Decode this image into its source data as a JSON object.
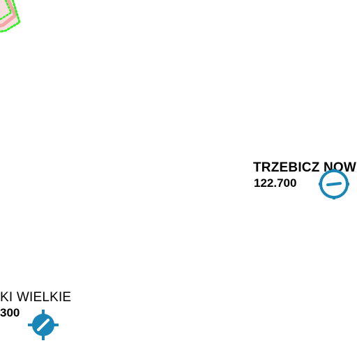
{
  "map": {
    "colors": {
      "background": "#ffffff",
      "navaid": "#1a86b8",
      "airspace_fill": "#f3a6a6",
      "airspace_dots": "#33ee22",
      "text": "#000000"
    },
    "navaids": [
      {
        "name": "TRZEBICZ NOW",
        "frequency": "122.700",
        "icon": "navaid-compass-icon"
      },
      {
        "name": "KI WIELKIE",
        "frequency": "300",
        "icon": "navaid-compass-icon"
      }
    ],
    "airspace": {
      "icon": "restricted-area-boundary"
    }
  }
}
